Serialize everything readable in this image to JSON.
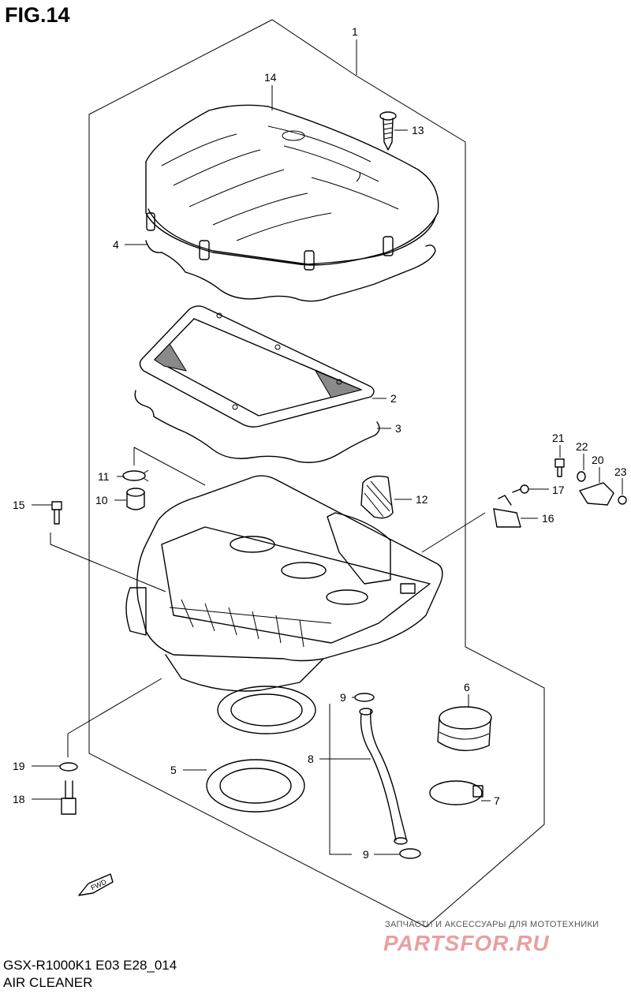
{
  "figure": {
    "title": "FIG.14",
    "model_code": "GSX-R1000K1 E03 E28_014",
    "section_name": "AIR CLEANER"
  },
  "watermark": {
    "tagline": "ЗАПЧАСТИ И АКСЕССУАРЫ ДЛЯ МОТОТЕХНИКИ",
    "logo": "PARTSFOR.RU"
  },
  "fwd_marker": "FWD",
  "callouts": [
    {
      "id": "c1",
      "label": "1"
    },
    {
      "id": "c14",
      "label": "14"
    },
    {
      "id": "c13",
      "label": "13"
    },
    {
      "id": "c4",
      "label": "4"
    },
    {
      "id": "c2",
      "label": "2"
    },
    {
      "id": "c3",
      "label": "3"
    },
    {
      "id": "c21",
      "label": "21"
    },
    {
      "id": "c22",
      "label": "22"
    },
    {
      "id": "c20",
      "label": "20"
    },
    {
      "id": "c23",
      "label": "23"
    },
    {
      "id": "c11",
      "label": "11"
    },
    {
      "id": "c17",
      "label": "17"
    },
    {
      "id": "c10",
      "label": "10"
    },
    {
      "id": "c12",
      "label": "12"
    },
    {
      "id": "c15",
      "label": "15"
    },
    {
      "id": "c16",
      "label": "16"
    },
    {
      "id": "c6",
      "label": "6"
    },
    {
      "id": "c9a",
      "label": "9"
    },
    {
      "id": "c19",
      "label": "19"
    },
    {
      "id": "c8",
      "label": "8"
    },
    {
      "id": "c5",
      "label": "5"
    },
    {
      "id": "c18",
      "label": "18"
    },
    {
      "id": "c7",
      "label": "7"
    },
    {
      "id": "c9b",
      "label": "9"
    }
  ]
}
